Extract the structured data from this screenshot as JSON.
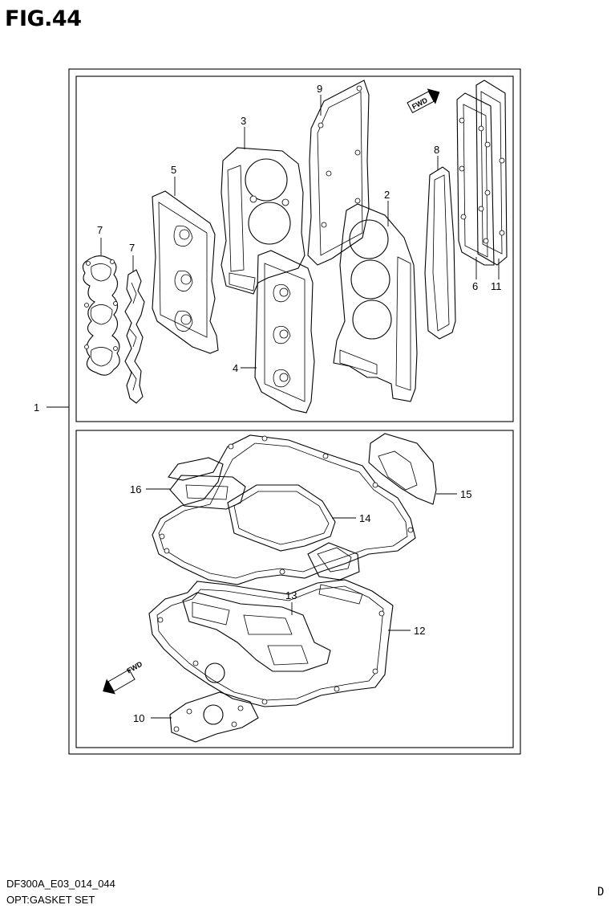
{
  "figure": {
    "title": "FIG.44",
    "code": "DF300A_E03_014_044",
    "description": "OPT:GASKET SET",
    "page_letter": "D"
  },
  "callouts": {
    "c1": "1",
    "c2": "2",
    "c3": "3",
    "c4": "4",
    "c5": "5",
    "c6": "6",
    "c7a": "7",
    "c7b": "7",
    "c8": "8",
    "c9": "9",
    "c10": "10",
    "c11": "11",
    "c12": "12",
    "c13": "13",
    "c14": "14",
    "c15": "15",
    "c16": "16"
  },
  "fwd_marks": {
    "top": "FWD",
    "bottom": "FWD"
  }
}
